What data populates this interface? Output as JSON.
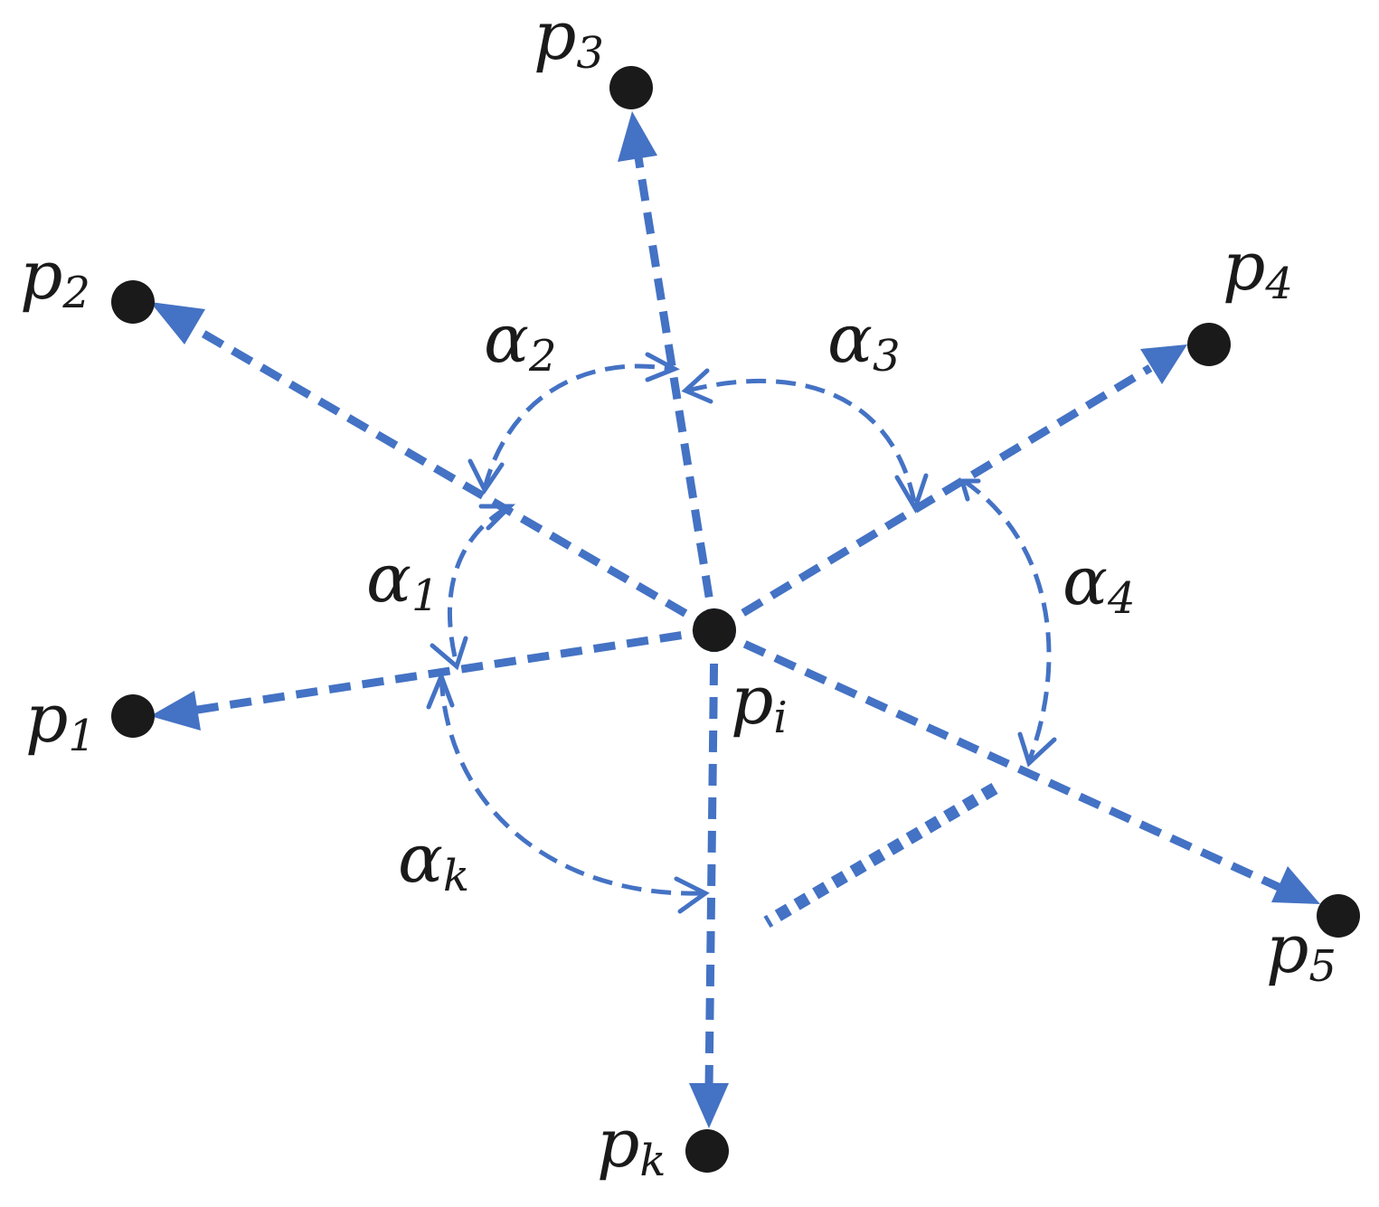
{
  "colors": {
    "edge": "#4472c4",
    "node": "#1a1a1a",
    "text": "#1a1a1a",
    "background": "#ffffff"
  },
  "labels": {
    "p": "p",
    "alpha": "α",
    "p_i_sub": "i",
    "p_1_sub": "1",
    "p_2_sub": "2",
    "p_3_sub": "3",
    "p_4_sub": "4",
    "p_5_sub": "5",
    "p_k_sub": "k",
    "alpha_1_sub": "1",
    "alpha_2_sub": "2",
    "alpha_3_sub": "3",
    "alpha_4_sub": "4",
    "alpha_k_sub": "k"
  },
  "nodes": [
    "p_i",
    "p_1",
    "p_2",
    "p_3",
    "p_4",
    "p_5",
    "p_k"
  ],
  "edges": [
    {
      "from": "p_i",
      "to": "p_1"
    },
    {
      "from": "p_i",
      "to": "p_2"
    },
    {
      "from": "p_i",
      "to": "p_3"
    },
    {
      "from": "p_i",
      "to": "p_4"
    },
    {
      "from": "p_i",
      "to": "p_5"
    },
    {
      "from": "p_i",
      "to": "p_k"
    }
  ],
  "angles": [
    {
      "label": "alpha_1",
      "between": [
        "p_1",
        "p_2"
      ]
    },
    {
      "label": "alpha_2",
      "between": [
        "p_2",
        "p_3"
      ]
    },
    {
      "label": "alpha_3",
      "between": [
        "p_3",
        "p_4"
      ]
    },
    {
      "label": "alpha_4",
      "between": [
        "p_4",
        "p_5"
      ]
    },
    {
      "label": "alpha_k",
      "between": [
        "p_k",
        "p_1"
      ]
    }
  ]
}
